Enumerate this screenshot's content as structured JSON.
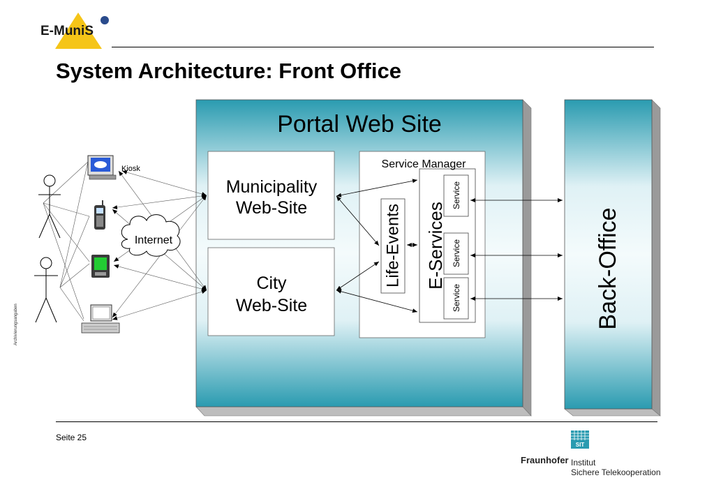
{
  "logo": {
    "text": "E-MuniS"
  },
  "title": "System Architecture: Front Office",
  "portal": {
    "title": "Portal Web Site"
  },
  "back_office": {
    "label": "Back-Office"
  },
  "municipality_site": {
    "line1": "Municipality",
    "line2": "Web-Site"
  },
  "city_site": {
    "line1": "City",
    "line2": "Web-Site"
  },
  "service_manager": {
    "title": "Service Manager",
    "life_events": "Life-Events",
    "e_services": "E-Services",
    "services": [
      "Service",
      "Service",
      "Service"
    ]
  },
  "clients": {
    "kiosk": "Kiosk",
    "internet": "Internet"
  },
  "sidebar_note": "Archivierungsangaben",
  "footer": {
    "page": "Seite 25",
    "brand": "Fraunhofer",
    "institute_line1": "Institut",
    "institute_line2": "Sichere Telekooperation",
    "badge": "SIT"
  },
  "colors": {
    "teal_dark": "#2a9bb0",
    "teal_light": "#eaf6f9",
    "shadow": "#b5b5b5",
    "logo_yellow": "#f5c518"
  }
}
